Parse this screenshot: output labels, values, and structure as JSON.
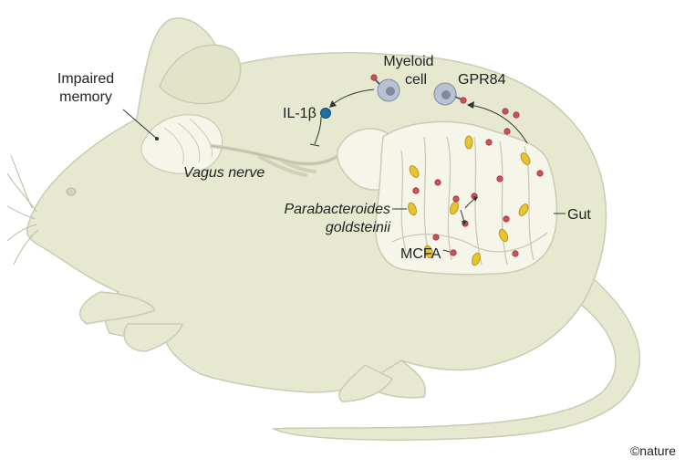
{
  "labels": {
    "impaired_memory_line1": "Impaired",
    "impaired_memory_line2": "memory",
    "myeloid_line1": "Myeloid",
    "myeloid_line2": "cell",
    "gpr84": "GPR84",
    "il1b": "IL-1β",
    "vagus": "Vagus nerve",
    "bacteria_line1": "Parabacteroides",
    "bacteria_line2": "goldsteinii",
    "gut": "Gut",
    "mcfa": "MCFA"
  },
  "credit": "©nature",
  "colors": {
    "mouse_fill": "#e6e8cf",
    "mouse_stroke": "#c9cbb2",
    "organ_fill": "#f5f5ea",
    "nerve": "#cfd0b6",
    "bacteria": "#e8c52f",
    "bacteria_stroke": "#b8961c",
    "mcfa": "#cf4f5a",
    "cell_fill": "#b9c2d2",
    "cell_nucleus": "#7f8aa0",
    "il1b": "#1f6fa6",
    "receptor": "#5a6072",
    "arrow": "#333333"
  }
}
